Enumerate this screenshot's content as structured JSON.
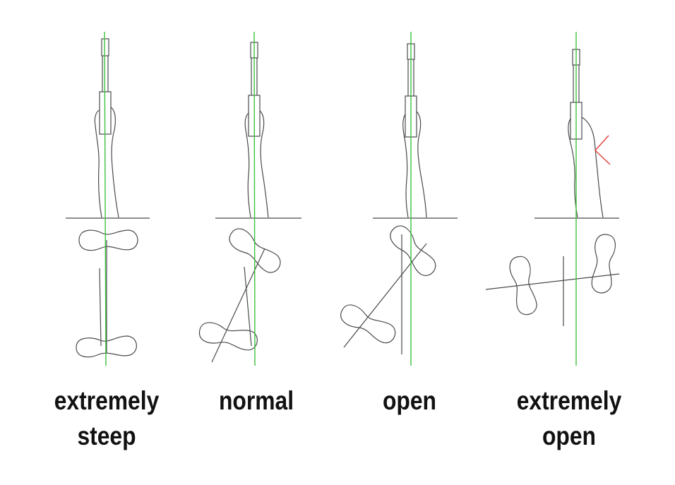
{
  "colors": {
    "background": "#ffffff",
    "line": "#4a4a4a",
    "guide_green": "#3ec23e",
    "angle_red": "#e0403a",
    "label": "#111111"
  },
  "panels": [
    {
      "id": "extremely-steep",
      "label_line1": "extremely",
      "label_line2": "steep"
    },
    {
      "id": "normal",
      "label_line1": "normal",
      "label_line2": ""
    },
    {
      "id": "open",
      "label_line1": "open",
      "label_line2": ""
    },
    {
      "id": "extremely-open",
      "label_line1": "extremely",
      "label_line2": "open"
    }
  ]
}
